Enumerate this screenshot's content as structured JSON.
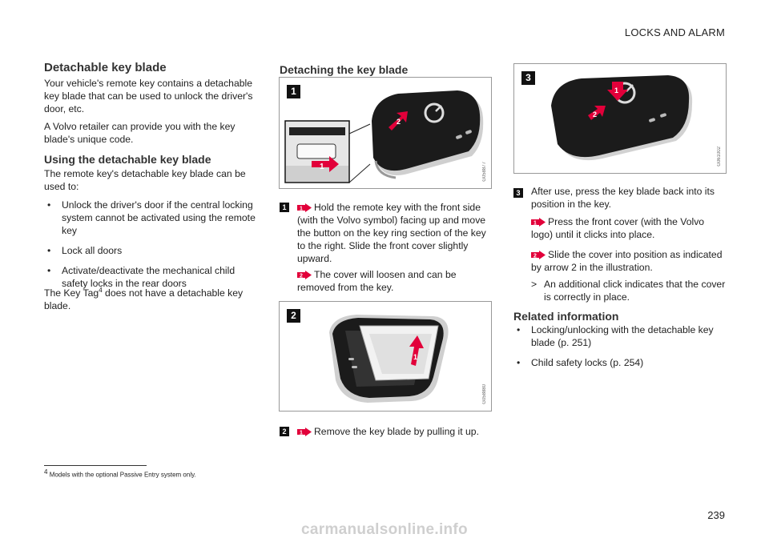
{
  "header": {
    "section": "LOCKS AND ALARM"
  },
  "col1": {
    "title": "Detachable key blade",
    "para1": "Your vehicle's remote key contains a detachable key blade that can be used to unlock the driver's door, etc.",
    "para2": "A Volvo retailer can provide you with the key blade's unique code.",
    "subtitle": "Using the detachable key blade",
    "intro": "The remote key's detachable key blade can be used to:",
    "bullets": [
      "Unlock the driver's door if the central locking system cannot be activated using the remote key",
      "Lock all doors",
      "Activate/deactivate the mechanical child safety locks in the rear doors"
    ],
    "note_before": "The Key Tag",
    "note_sup": "4",
    "note_after": " does not have a detachable key blade."
  },
  "col2": {
    "title": "Detaching the key blade",
    "fig1": {
      "badge": "1",
      "code": "G058877"
    },
    "step1": {
      "badge": "1",
      "text_a": "Hold the remote key with the front side (with the Volvo symbol) facing up and move the button on the key ring section of the key to the right. Slide the front cover slightly upward.",
      "text_b": "The cover will loosen and can be removed from the key."
    },
    "fig2": {
      "badge": "2",
      "code": "G058880"
    },
    "step2": {
      "badge": "2",
      "text_a": "Remove the key blade by pulling it up."
    }
  },
  "col3": {
    "fig3": {
      "badge": "3",
      "code": "G061002"
    },
    "step3": {
      "badge": "3",
      "text_main": "After use, press the key blade back into its position in the key.",
      "text_a": "Press the front cover (with the Volvo logo) until it clicks into place.",
      "text_b": "Slide the cover into position as indicated by arrow 2 in the illustration.",
      "result_marker": ">",
      "result": "An additional click indicates that the cover is correctly in place."
    },
    "related_title": "Related information",
    "related": [
      "Locking/unlocking with the detachable key blade (p. 251)",
      "Child safety locks (p. 254)"
    ]
  },
  "footnote": {
    "num": "4",
    "text": "Models with the optional Passive Entry system only."
  },
  "page_number": "239",
  "watermark": "carmanualsonline.info",
  "colors": {
    "accent_red": "#e2003a",
    "badge": "#111111"
  },
  "icons": {
    "step_arrow_1": "red-arrow-1-icon",
    "step_arrow_2": "red-arrow-2-icon"
  }
}
